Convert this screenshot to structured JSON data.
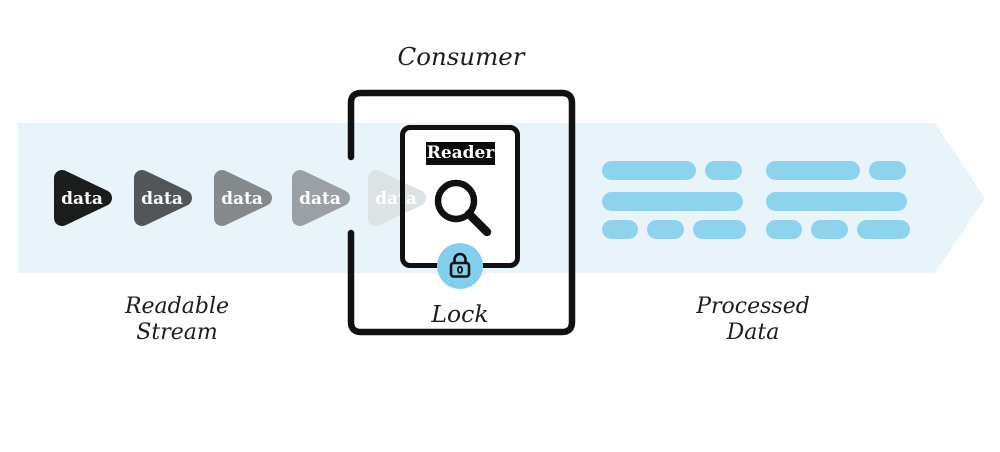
{
  "diagram": {
    "title": "Consumer",
    "reader_label": "Reader",
    "lock_label": "Lock",
    "readable_stream_label": "Readable\nStream",
    "processed_data_label": "Processed\nData",
    "stream": {
      "arrows": [
        {
          "label": "data",
          "color": "#1b1c1c"
        },
        {
          "label": "data",
          "color": "#525659"
        },
        {
          "label": "data",
          "color": "#84898c"
        },
        {
          "label": "data",
          "color": "#9aa0a3"
        },
        {
          "label": "data",
          "color": "#dde3e5"
        }
      ]
    },
    "icons": {
      "magnifier": "magnifying-glass",
      "lock": "padlock"
    },
    "colors": {
      "band": "#e8f4fa",
      "bar": "#8ed3ee",
      "lock_circle": "#82d0ee",
      "outline": "#111111",
      "text": "#1e1e1e",
      "reader_label_bg": "#0c0c0c",
      "reader_label_text": "#ffffff",
      "arrow_text": "#ffffff"
    },
    "processed": {
      "group_lefts": [
        602,
        766
      ],
      "rows": [
        [
          94,
          37
        ],
        [
          141
        ],
        [
          36,
          37,
          53
        ]
      ],
      "row_margins": [
        0,
        12,
        9
      ]
    }
  }
}
